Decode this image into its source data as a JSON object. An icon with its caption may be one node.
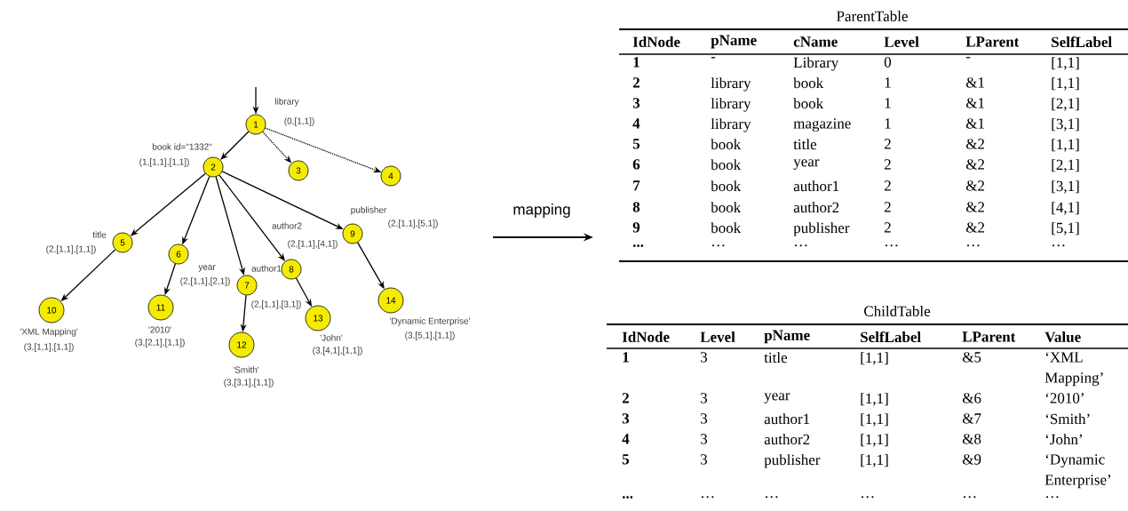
{
  "diagram": {
    "nodes": [
      {
        "text": [
          "1"
        ],
        "beside": [
          "library",
          "(0,[1,1])"
        ]
      },
      {
        "text": [
          "2"
        ],
        "beside": [
          "book id=\"1332\"",
          "(1,[1,1],[1,1])"
        ]
      },
      {
        "text": [
          "3"
        ]
      },
      {
        "text": [
          "4"
        ]
      },
      {
        "text": [
          "5"
        ],
        "beside": [
          "title",
          "(2,[1,1],[1,1])"
        ]
      },
      {
        "text": [
          "6"
        ],
        "beside": [
          "year",
          "(2,[1,1],[2,1])"
        ]
      },
      {
        "text": [
          "7"
        ],
        "beside": [
          "author1",
          "(2,[1,1],[3,1])"
        ]
      },
      {
        "text": [
          "8"
        ],
        "beside": [
          "author2",
          "(2,[1,1],[4,1])"
        ]
      },
      {
        "text": [
          "9"
        ],
        "beside": [
          "publisher",
          "(2,[1,1],[5,1])"
        ]
      },
      {
        "text": [
          "10"
        ],
        "beside": [
          "'XML Mapping'",
          "(3,[1,1],[1,1])"
        ]
      },
      {
        "text": [
          "11"
        ],
        "beside": [
          "'2010'",
          "(3,[2,1],[1,1])"
        ]
      },
      {
        "text": [
          "12"
        ],
        "beside": [
          "'Smith'",
          "(3,[3,1],[1,1])"
        ]
      },
      {
        "text": [
          "13"
        ],
        "beside": [
          "'John'",
          "(3,[4,1],[1,1])"
        ]
      },
      {
        "text": [
          "14"
        ],
        "beside": [
          "'Dynamic Enterprise'",
          "(3,[5,1],[1,1])"
        ]
      }
    ],
    "edges": [
      {
        "from": null,
        "to": 0,
        "arrow": "to"
      },
      {
        "from": 0,
        "to": 1,
        "arrow": "to"
      },
      {
        "from": 0,
        "to": 2,
        "arrow": "to",
        "style": "dashed"
      },
      {
        "from": 0,
        "to": 3,
        "arrow": "to",
        "style": "dashed"
      },
      {
        "from": 1,
        "to": 4,
        "arrow": "to"
      },
      {
        "from": 1,
        "to": 5,
        "arrow": "to"
      },
      {
        "from": 1,
        "to": 6,
        "arrow": "to"
      },
      {
        "from": 1,
        "to": 7,
        "arrow": "to"
      },
      {
        "from": 1,
        "to": 8,
        "arrow": "to"
      },
      {
        "from": 4,
        "to": 9,
        "arrow": "to"
      },
      {
        "from": 5,
        "to": 10,
        "arrow": "to"
      },
      {
        "from": 6,
        "to": 11,
        "arrow": "to"
      },
      {
        "from": 7,
        "to": 12,
        "arrow": "to"
      },
      {
        "from": 8,
        "to": 13,
        "arrow": "to"
      }
    ],
    "labels": [
      "mapping",
      "ParentTable",
      "IdNode",
      "pName",
      "cName",
      "Level",
      "LParent",
      "SelfLabel",
      "1",
      "-",
      "Library",
      "0",
      "-",
      "[1,1]",
      "2",
      "library",
      "book",
      "1",
      "&1",
      "[1,1]",
      "3",
      "library",
      "book",
      "1",
      "&1",
      "[2,1]",
      "4",
      "library",
      "magazine",
      "1",
      "&1",
      "[3,1]",
      "5",
      "book",
      "title",
      "2",
      "&2",
      "[1,1]",
      "6",
      "book",
      "year",
      "2",
      "&2",
      "[2,1]",
      "7",
      "book",
      "author1",
      "2",
      "&2",
      "[3,1]",
      "8",
      "book",
      "author2",
      "2",
      "&2",
      "[4,1]",
      "9",
      "book",
      "publisher",
      "2",
      "&2",
      "[5,1]",
      "...",
      "…",
      "…",
      "…",
      "…",
      "…",
      "ChildTable",
      "IdNode",
      "Level",
      "pName",
      "SelfLabel",
      "LParent",
      "Value",
      "1",
      "3",
      "title",
      "[1,1]",
      "&5",
      "‘XML Mapping’",
      "2",
      "3",
      "year",
      "[1,1]",
      "&6",
      "‘2010’",
      "3",
      "3",
      "author1",
      "[1,1]",
      "&7",
      "‘Smith’",
      "4",
      "3",
      "author2",
      "[1,1]",
      "&8",
      "‘John’",
      "5",
      "3",
      "publisher",
      "[1,1]",
      "&9",
      "‘Dynamic Enterprise’",
      "...",
      "…",
      "…",
      "…",
      "…",
      "…"
    ]
  }
}
